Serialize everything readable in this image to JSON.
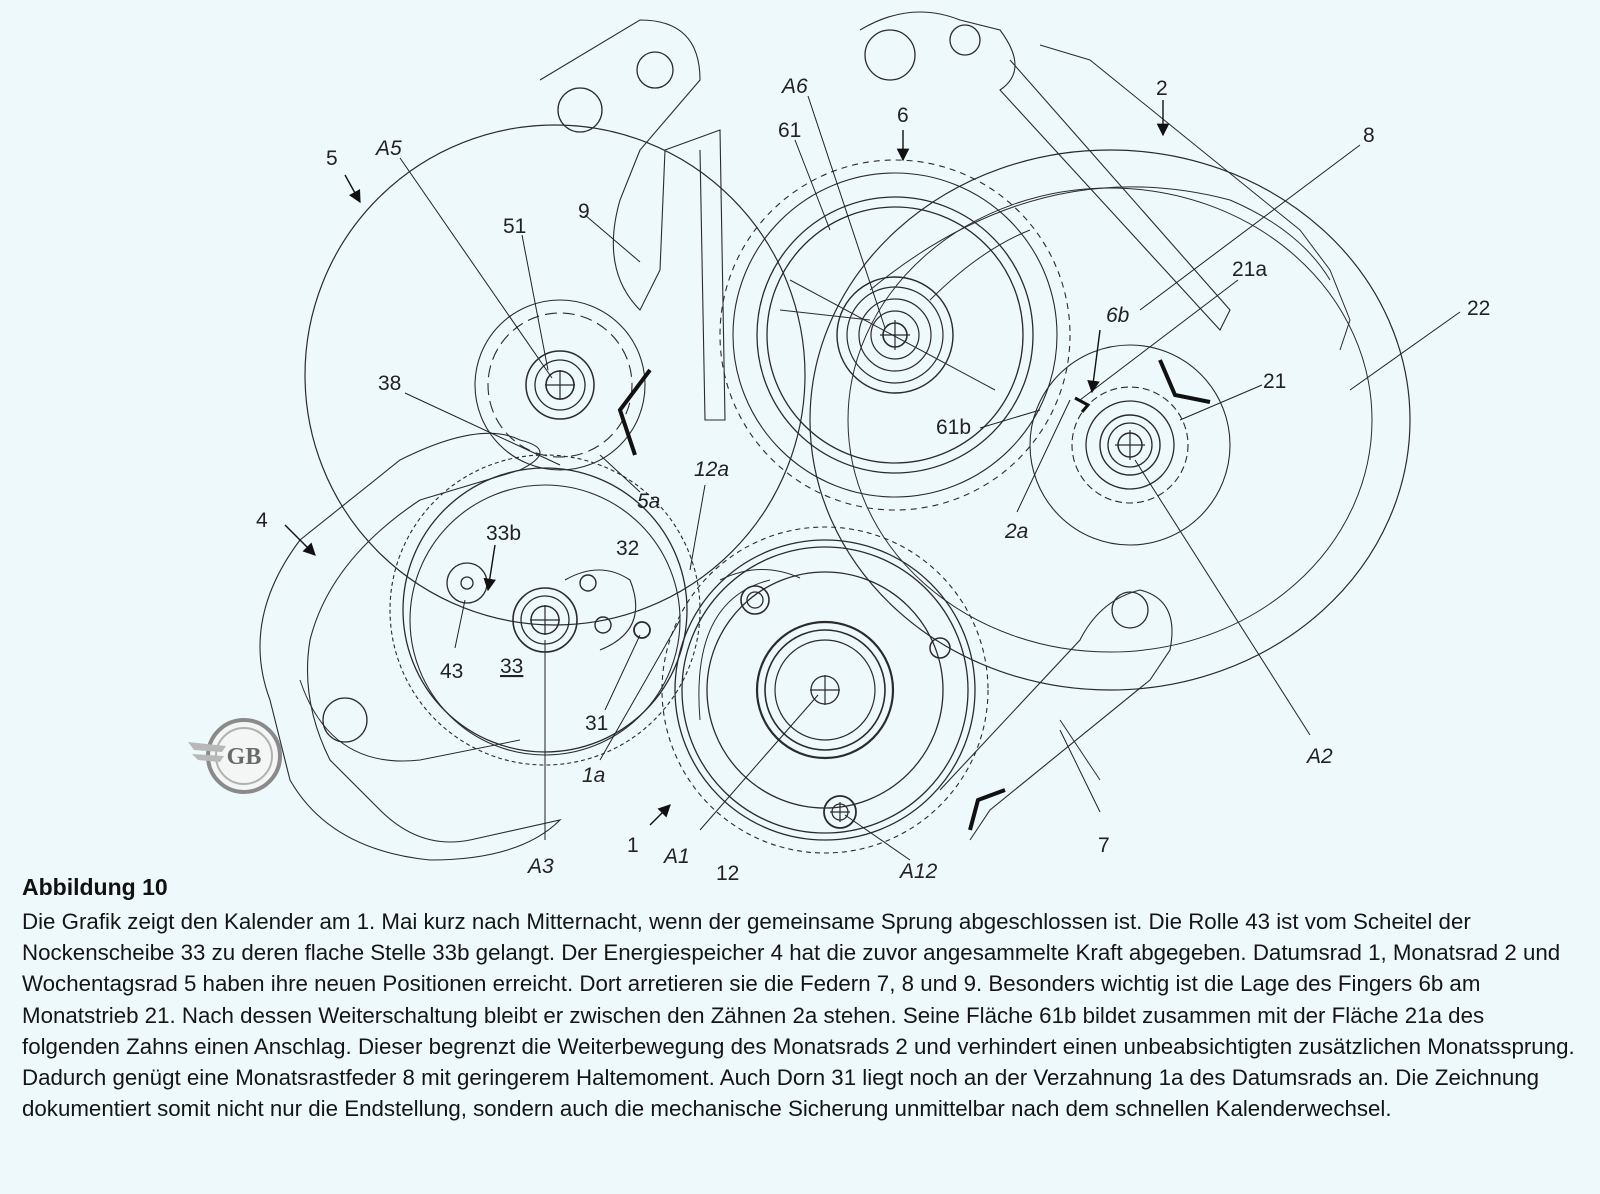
{
  "figure": {
    "title": "Abbildung 10",
    "caption": "Die Grafik zeigt den Kalender am 1. Mai kurz nach Mitternacht, wenn der gemeinsame Sprung abgeschlossen ist. Die Rolle 43 ist vom Scheitel der Nockenscheibe 33 zu deren flache Stelle 33b gelangt. Der Energiespeicher 4 hat die zuvor angesammelte Kraft abgegeben. Datumsrad 1, Monatsrad 2 und Wochentagsrad 5 haben ihre neuen Positionen erreicht. Dort arretieren sie die Federn 7, 8 und 9. Besonders wichtig ist die Lage des Fingers 6b am Monatstrieb 21. Nach dessen Weiterschaltung bleibt er zwischen den Zähnen 2a stehen. Seine Fläche 61b bildet zusammen mit der Fläche 21a des folgenden Zahns einen Anschlag. Dieser begrenzt die Weiterbewegung des Monatsrads 2 und verhindert einen unbeabsichtigten zusätzlichen Monatssprung. Dadurch genügt eine Monatsrastfeder 8 mit geringerem Haltemoment. Auch Dorn 31 liegt noch an der Verzahnung 1a des Datumsrads an. Die Zeichnung dokumentiert somit nicht nur die Endstellung, sondern auch die mechanische Sicherung unmittelbar nach dem schnellen Kalenderwechsel."
  },
  "labels": {
    "l5": "5",
    "lA5": "A5",
    "l51": "51",
    "l9": "9",
    "lA6": "A6",
    "l6": "6",
    "l61": "61",
    "l2": "2",
    "l8": "8",
    "l21a": "21a",
    "l6b": "6b",
    "l22": "22",
    "l21": "21",
    "l38": "38",
    "l61b": "61b",
    "l12a": "12a",
    "l5a": "5a",
    "l2a": "2a",
    "l4": "4",
    "l33b": "33b",
    "l32": "32",
    "l43": "43",
    "l33": "33",
    "l31": "31",
    "l1a": "1a",
    "lA2": "A2",
    "l1": "1",
    "lA1": "A1",
    "l12": "12",
    "lA3": "A3",
    "lA12": "A12",
    "l7": "7"
  },
  "logo": {
    "text": "GB"
  },
  "colors": {
    "line": "#2b2b2b",
    "background": "#eef9fb"
  }
}
